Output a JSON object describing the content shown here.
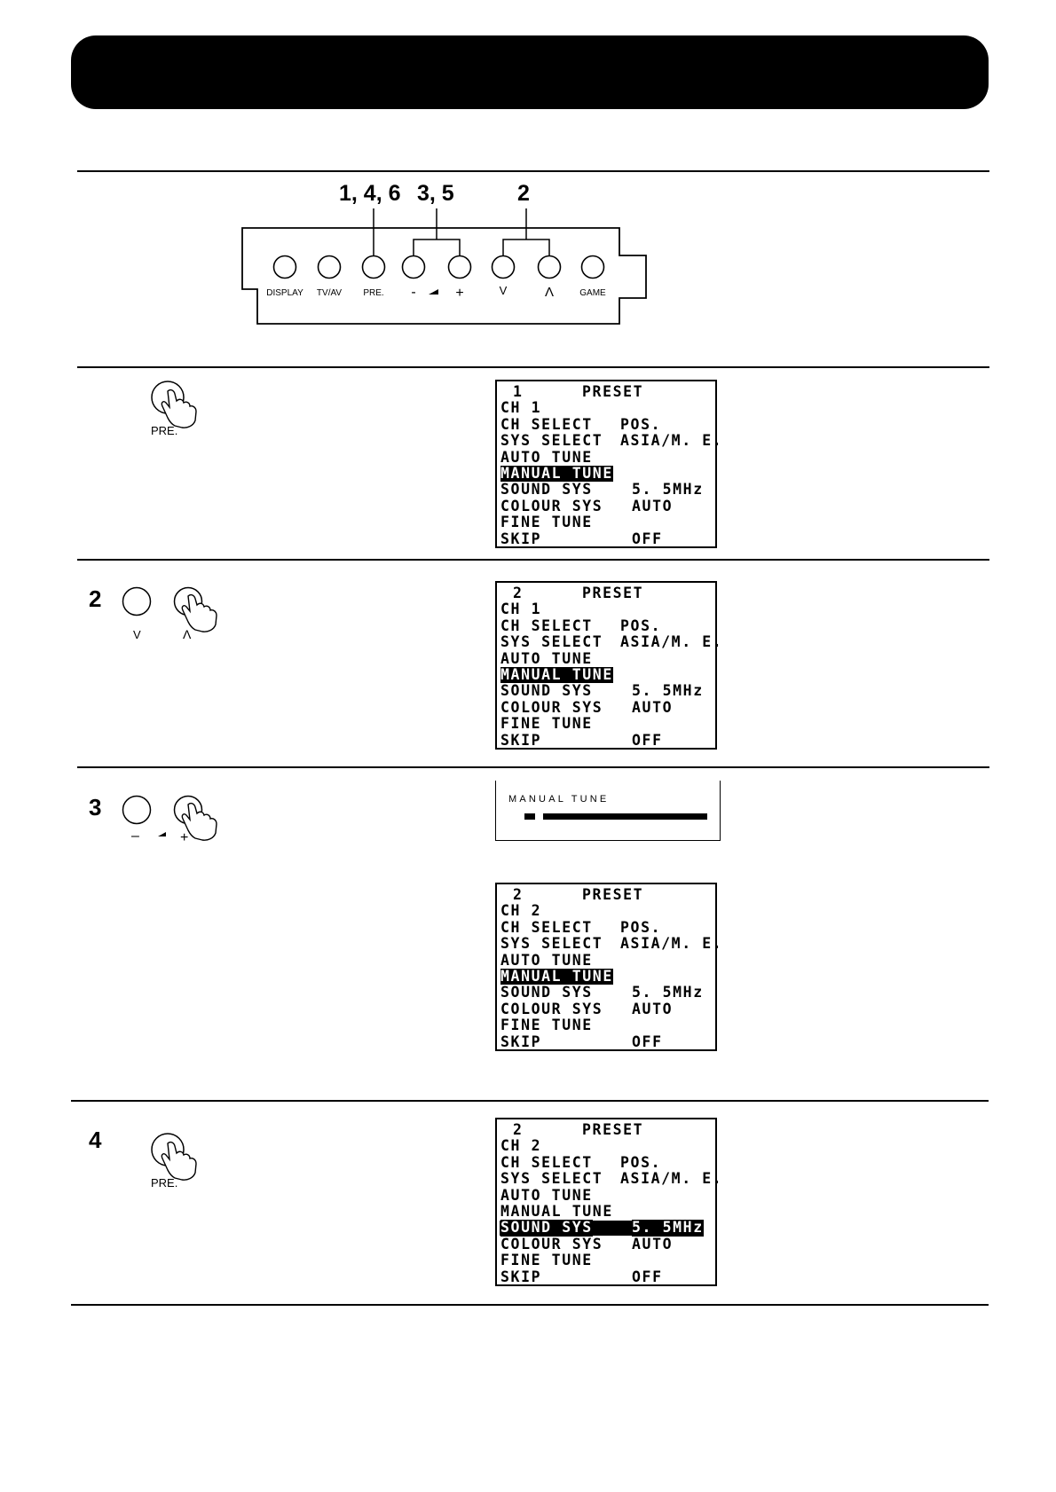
{
  "panel": {
    "callouts": {
      "group_a": "1, 4, 6",
      "group_b": "3, 5",
      "group_c": "2"
    },
    "buttons": {
      "display": "DISPLAY",
      "tvav": "TV/AV",
      "pre": "PRE.",
      "vol_minus": "-",
      "vol_plus": "+",
      "ch_down": "V",
      "ch_up": "Λ",
      "game": "GAME"
    }
  },
  "steps": {
    "s1": {
      "icon_label": "PRE."
    },
    "s2": {
      "number": "2",
      "down_label": "V",
      "up_label": "Λ"
    },
    "s3": {
      "number": "3",
      "minus_label": "–",
      "plus_label": "+"
    },
    "s4": {
      "number": "4",
      "icon_label": "PRE."
    }
  },
  "menus": {
    "m1": {
      "number": "1",
      "title": "PRESET",
      "ch": "CH 1",
      "ch_select": "CH SELECT",
      "ch_select_val": "POS.",
      "sys_select": "SYS SELECT",
      "sys_select_val": "ASIA/M. E.",
      "auto_tune": "AUTO TUNE",
      "manual_tune": "MANUAL TUNE",
      "sound_sys": "SOUND SYS",
      "sound_sys_val": "5. 5MHz",
      "colour_sys": "COLOUR SYS",
      "colour_sys_val": "AUTO",
      "fine_tune": "FINE TUNE",
      "skip": "SKIP",
      "skip_val": "OFF"
    },
    "m2": {
      "number": "2",
      "title": "PRESET",
      "ch": "CH 1",
      "ch_select": "CH SELECT",
      "ch_select_val": "POS.",
      "sys_select": "SYS SELECT",
      "sys_select_val": "ASIA/M. E.",
      "auto_tune": "AUTO TUNE",
      "manual_tune": "MANUAL TUNE",
      "sound_sys": "SOUND SYS",
      "sound_sys_val": "5. 5MHz",
      "colour_sys": "COLOUR SYS",
      "colour_sys_val": "AUTO",
      "fine_tune": "FINE TUNE",
      "skip": "SKIP",
      "skip_val": "OFF"
    },
    "m3": {
      "number": "2",
      "title": "PRESET",
      "ch": "CH 2",
      "ch_select": "CH SELECT",
      "ch_select_val": "POS.",
      "sys_select": "SYS SELECT",
      "sys_select_val": "ASIA/M. E.",
      "auto_tune": "AUTO TUNE",
      "manual_tune": "MANUAL TUNE",
      "sound_sys": "SOUND SYS",
      "sound_sys_val": "5. 5MHz",
      "colour_sys": "COLOUR SYS",
      "colour_sys_val": "AUTO",
      "fine_tune": "FINE TUNE",
      "skip": "SKIP",
      "skip_val": "OFF"
    },
    "m4": {
      "number": "2",
      "title": "PRESET",
      "ch": "CH 2",
      "ch_select": "CH SELECT",
      "ch_select_val": "POS.",
      "sys_select": "SYS SELECT",
      "sys_select_val": "ASIA/M. E.",
      "auto_tune": "AUTO TUNE",
      "manual_tune": "MANUAL TUNE",
      "sound_sys": "SOUND SYS",
      "sound_sys_val": "5. 5MHz",
      "colour_sys": "COLOUR SYS",
      "colour_sys_val": "AUTO",
      "fine_tune": "FINE TUNE",
      "skip": "SKIP",
      "skip_val": "OFF"
    }
  },
  "tune_bar": {
    "label": "MANUAL TUNE"
  }
}
